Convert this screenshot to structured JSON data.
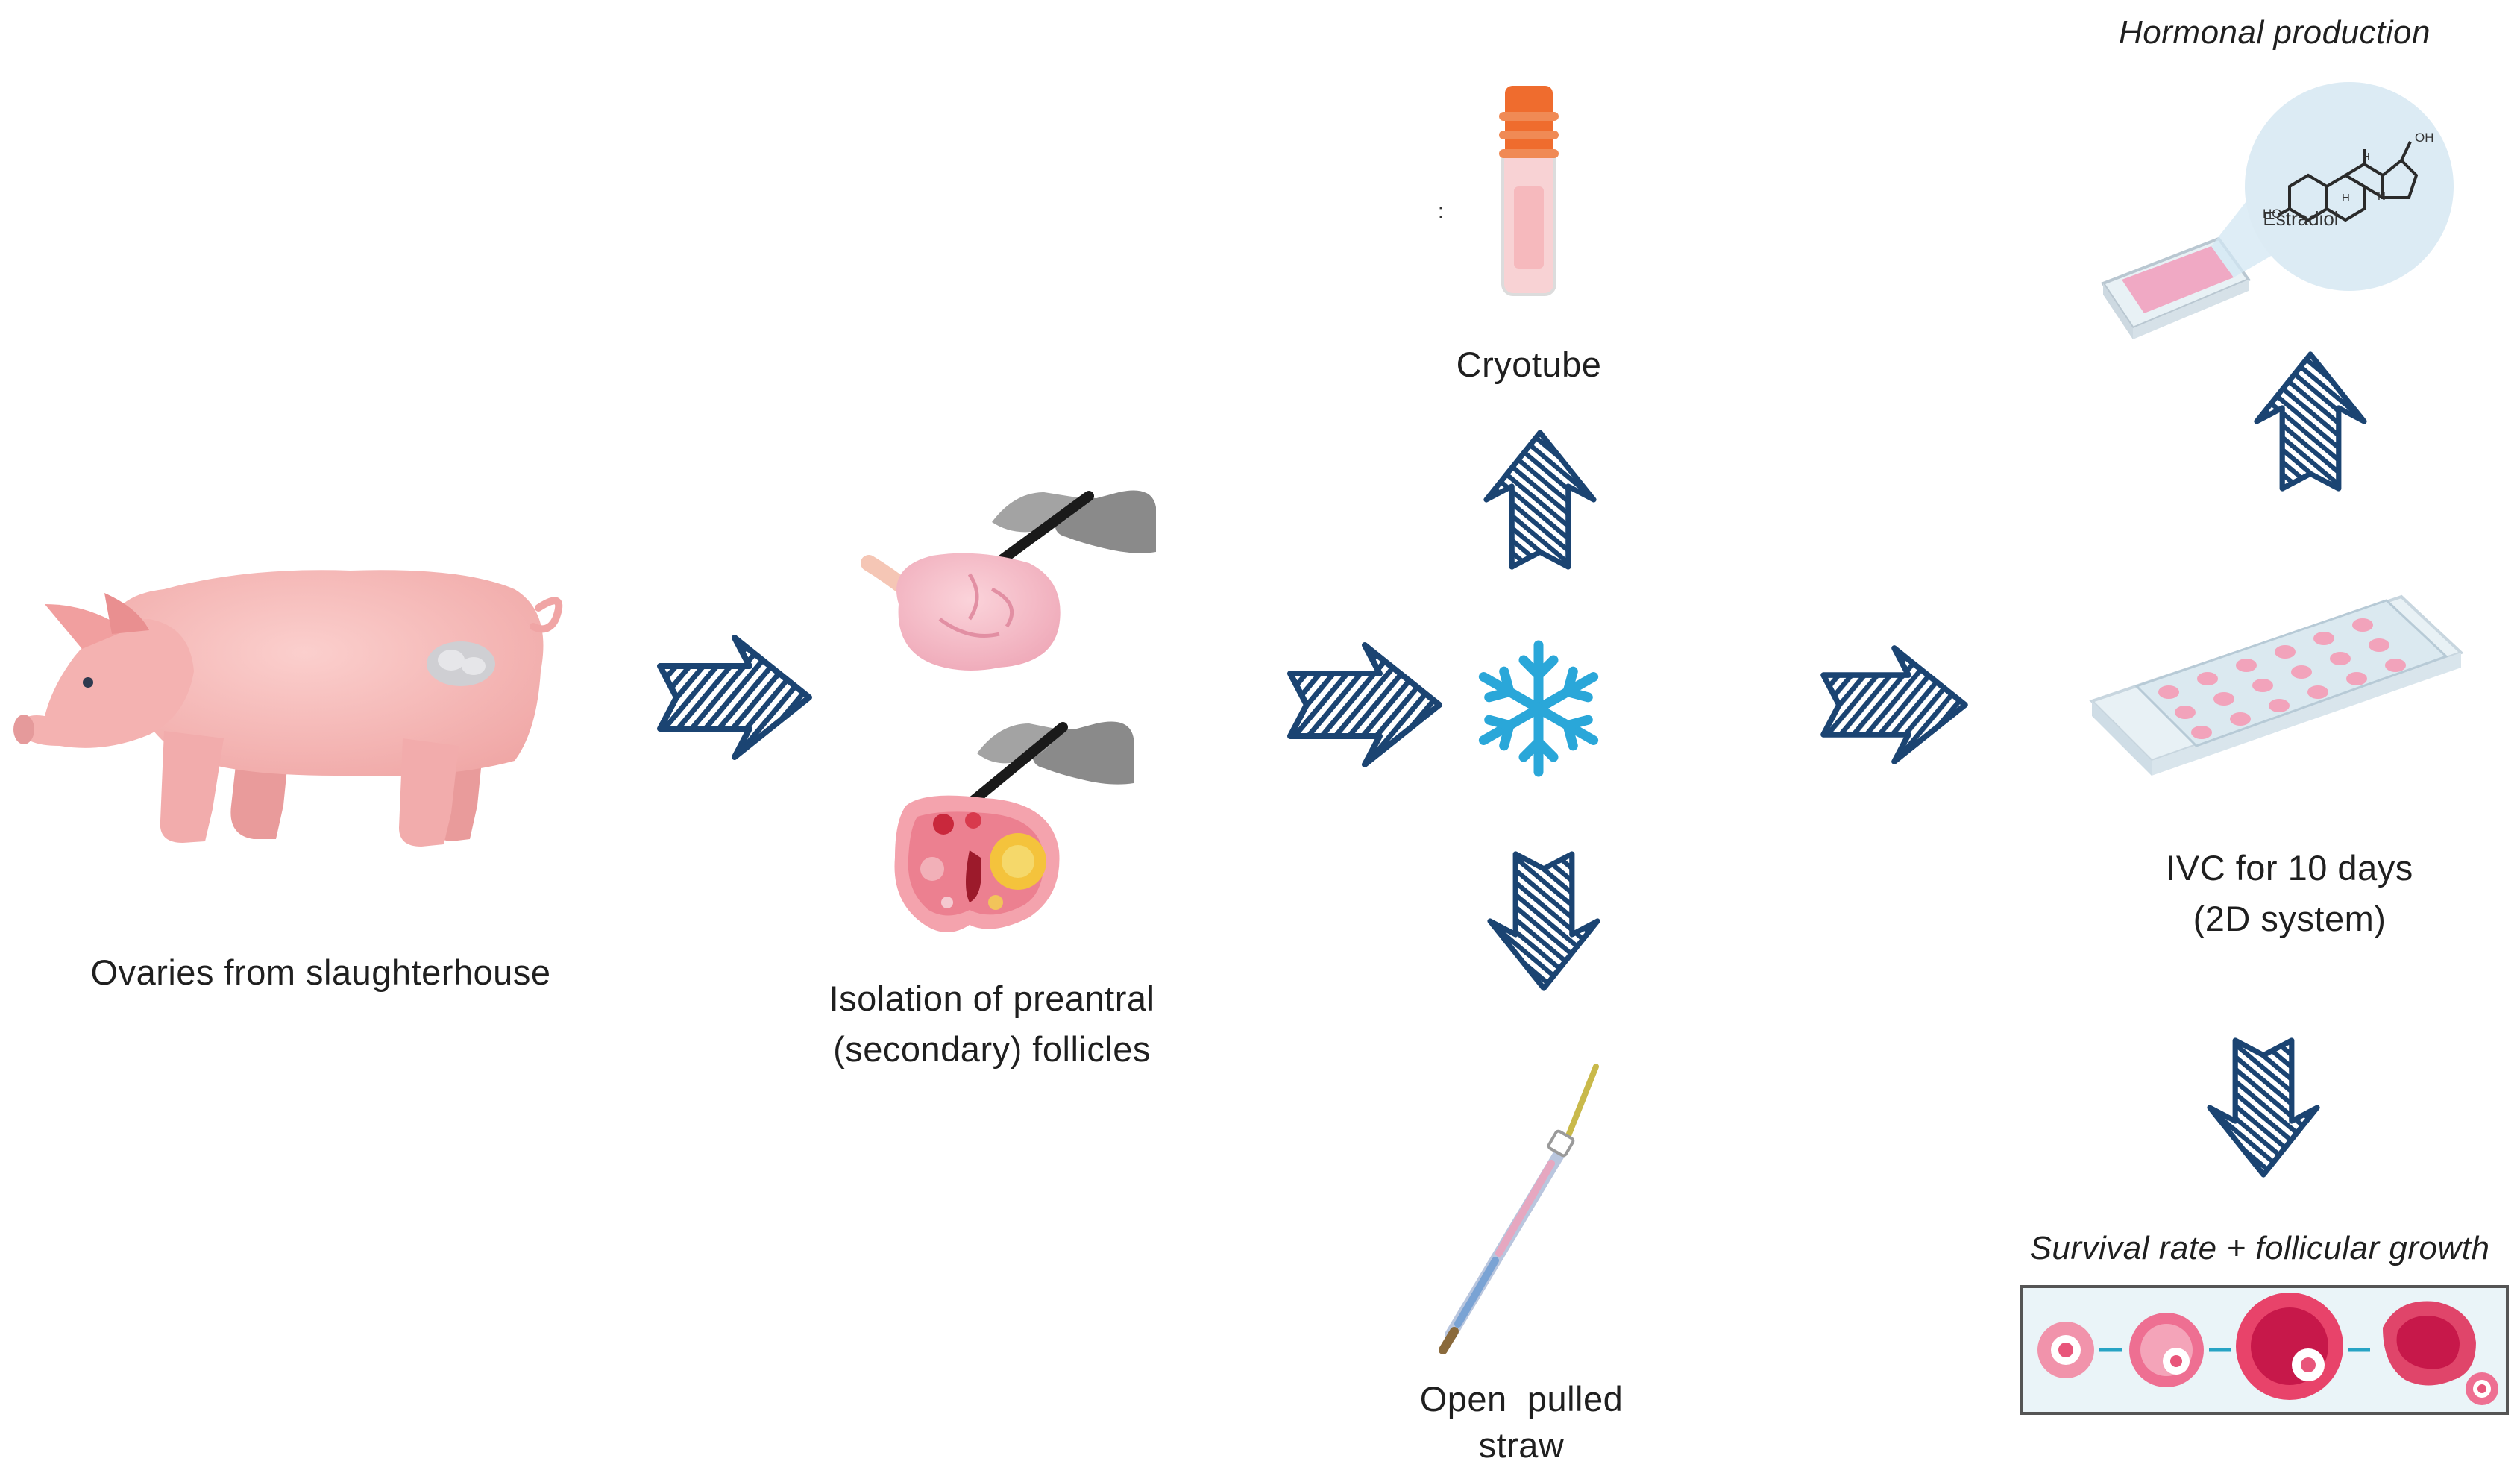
{
  "colors": {
    "arrow": "#1b4472",
    "snowflake": "#2aa7d9",
    "pig": "#f5b7b5",
    "tissue": "#e56a7c",
    "cap": "#ef6c2e"
  },
  "step_ovaries": {
    "icon": "pig-icon",
    "label": "Ovaries from slaughterhouse"
  },
  "step_isolation": {
    "icon": "ovary-dissection-icon",
    "line1": "Isolation of preantral",
    "line2": "(secondary) follicles"
  },
  "step_freeze": {
    "icon": "snowflake-icon"
  },
  "method_cryotube": {
    "icon": "cryotube-icon",
    "label": "Cryotube",
    "mark": ":"
  },
  "method_straw": {
    "icon": "straw-icon",
    "line1": "Open  pulled",
    "line2": "straw"
  },
  "step_ivc": {
    "icon": "culture-plate-icon",
    "line1": "IVC for 10 days",
    "line2": "(2D system)"
  },
  "out_hormone": {
    "label": "Hormonal production",
    "molecule": "Estradiol",
    "oh": "OH",
    "ho": "HO",
    "h": "H"
  },
  "out_survival": {
    "label": "Survival rate + follicular growth"
  }
}
